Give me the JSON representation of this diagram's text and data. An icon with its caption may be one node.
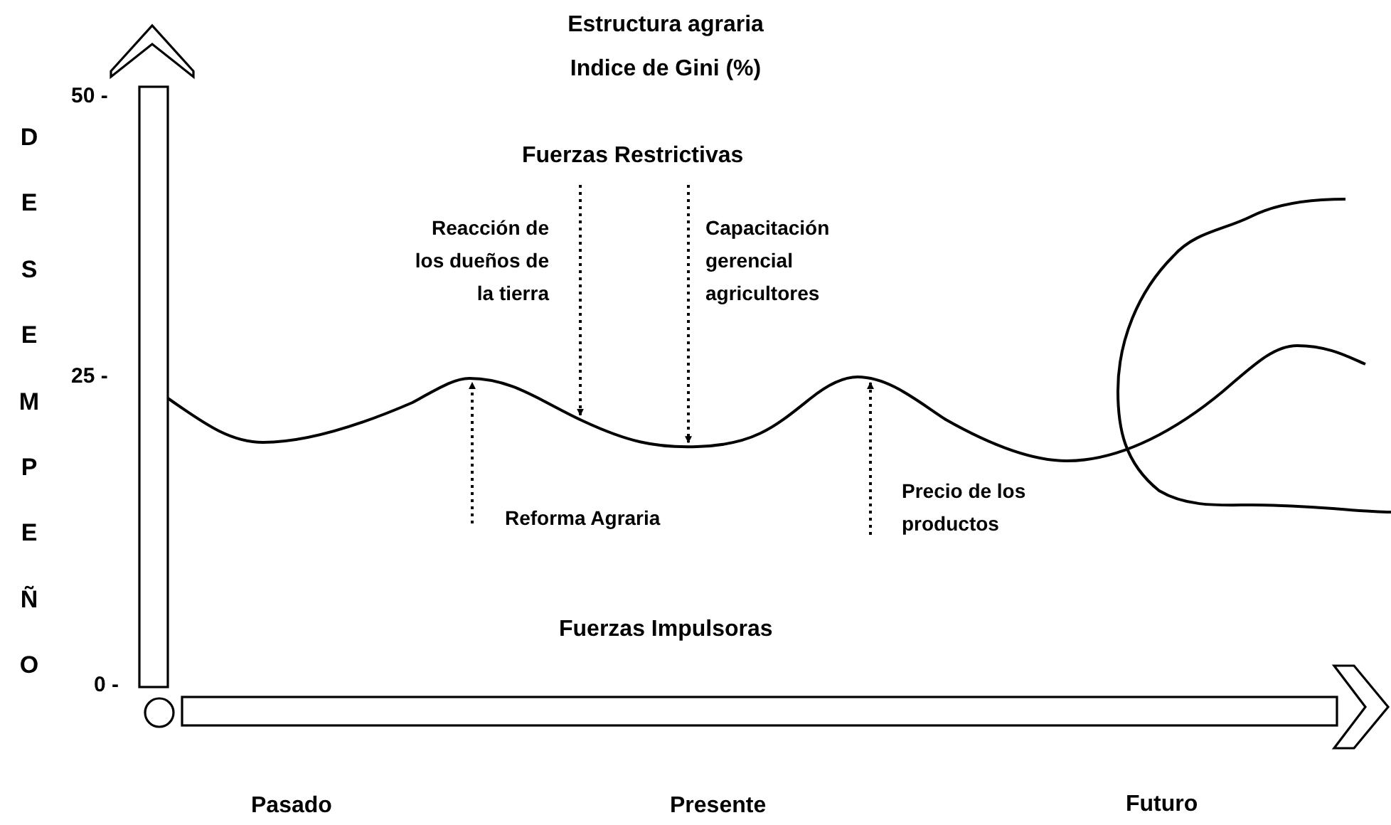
{
  "diagram": {
    "title": "Estructura agraria Indice de Gini (%)",
    "nodes": [
      {
        "text": [
          "Reacción de los dueños de la tierra"
        ]
      },
      {
        "text": [
          "Capacitación gerencial agricultores"
        ]
      },
      {
        "text": [
          "Reforma Agraria"
        ]
      },
      {
        "text": [
          "Precio de los productos"
        ]
      },
      {
        "text": [],
        "shape": "line"
      }
    ],
    "edges": [
      {
        "from": 0,
        "to": 4,
        "arrow": "to",
        "style": "dashed"
      },
      {
        "from": 1,
        "to": 4,
        "arrow": "to",
        "style": "dashed"
      },
      {
        "from": 2,
        "to": 4,
        "arrow": "to",
        "style": "dashed"
      },
      {
        "from": 3,
        "to": 4,
        "arrow": "to",
        "style": "dashed"
      }
    ],
    "labels": [
      "DESEMPEÑO",
      "50 -",
      "25 -",
      "0 -",
      "Fuerzas Restrictivas",
      "Fuerzas Impulsoras",
      "Pasado",
      "Presente",
      "Futuro"
    ]
  }
}
